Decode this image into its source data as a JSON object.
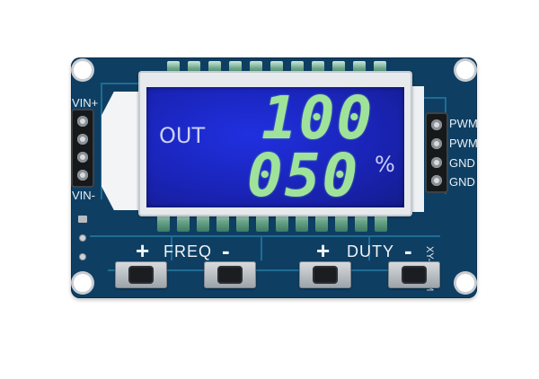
{
  "display": {
    "top_label": "OUT",
    "top_value": "100",
    "bottom_value": "050",
    "unit": "%"
  },
  "board": {
    "left_labels": {
      "top": "VIN+",
      "bottom": "VIN-"
    },
    "right_labels": [
      "PWM",
      "PWM",
      "GND",
      "GND"
    ],
    "side_label": "XY-LPWM",
    "controls": {
      "freq": {
        "label": "FREQ",
        "plus": "+",
        "minus": "-"
      },
      "duty": {
        "label": "DUTY",
        "plus": "+",
        "minus": "-"
      }
    }
  },
  "colors": {
    "pcb": "#0e3f63",
    "lcd_background": "#1a24b8",
    "segments": "#9fe39a"
  }
}
